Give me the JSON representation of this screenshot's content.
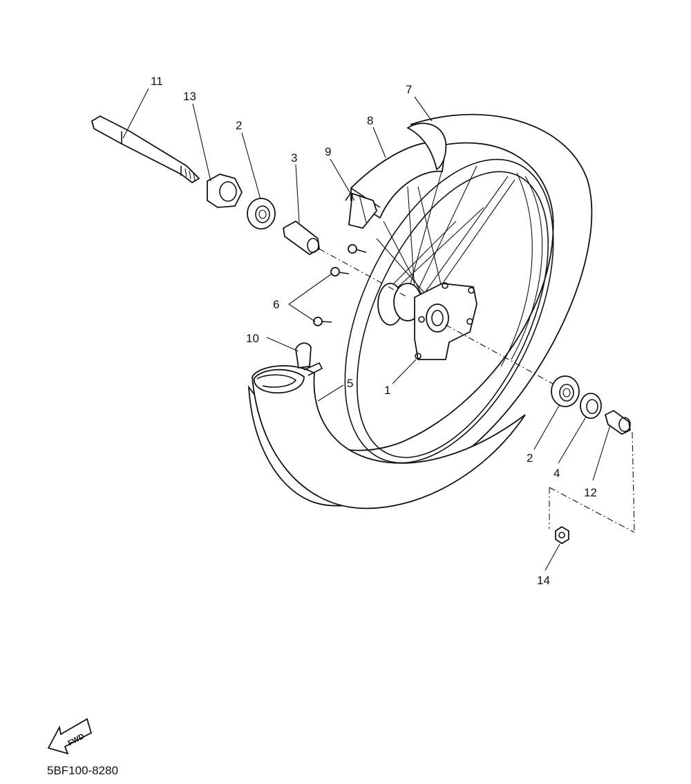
{
  "diagram": {
    "labels": {
      "c1": "1",
      "c2a": "2",
      "c2b": "2",
      "c3": "3",
      "c4": "4",
      "c5": "5",
      "c6": "6",
      "c7": "7",
      "c8": "8",
      "c9": "9",
      "c10": "10",
      "c11": "11",
      "c12": "12",
      "c13": "13",
      "c14": "14"
    },
    "fwd_label": "FWD",
    "code": "5BF100-8280"
  }
}
